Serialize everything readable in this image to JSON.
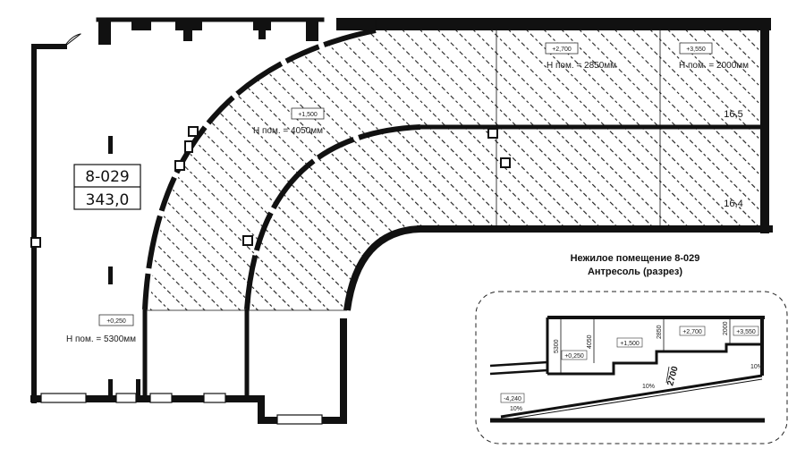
{
  "room": {
    "code": "8-029",
    "area": "343,0"
  },
  "title": {
    "line1": "Нежилое помещение 8-029",
    "line2": "Антресоль (разрез)"
  },
  "zones": [
    {
      "mark": "+0,250",
      "height": "Н пом. = 5300мм"
    },
    {
      "mark": "+1,500",
      "height": "Н пом. = 4050мм"
    },
    {
      "mark": "+2,700",
      "height": "Н пом. = 2850мм"
    },
    {
      "mark": "+3,550",
      "height": "Н пом. = 2000мм"
    }
  ],
  "area_labels": [
    "16,5",
    "16,4"
  ],
  "section": {
    "marks": [
      "+0,250",
      "+1,500",
      "+2,700",
      "+3,550",
      "-4,240"
    ],
    "heights": [
      "5300",
      "4050",
      "2850",
      "2000"
    ],
    "dimension": "2700",
    "slopes": [
      "10%",
      "10%",
      "10%"
    ]
  },
  "colors": {
    "wall": "#111111",
    "hatch": "#222222",
    "background": "#ffffff"
  }
}
